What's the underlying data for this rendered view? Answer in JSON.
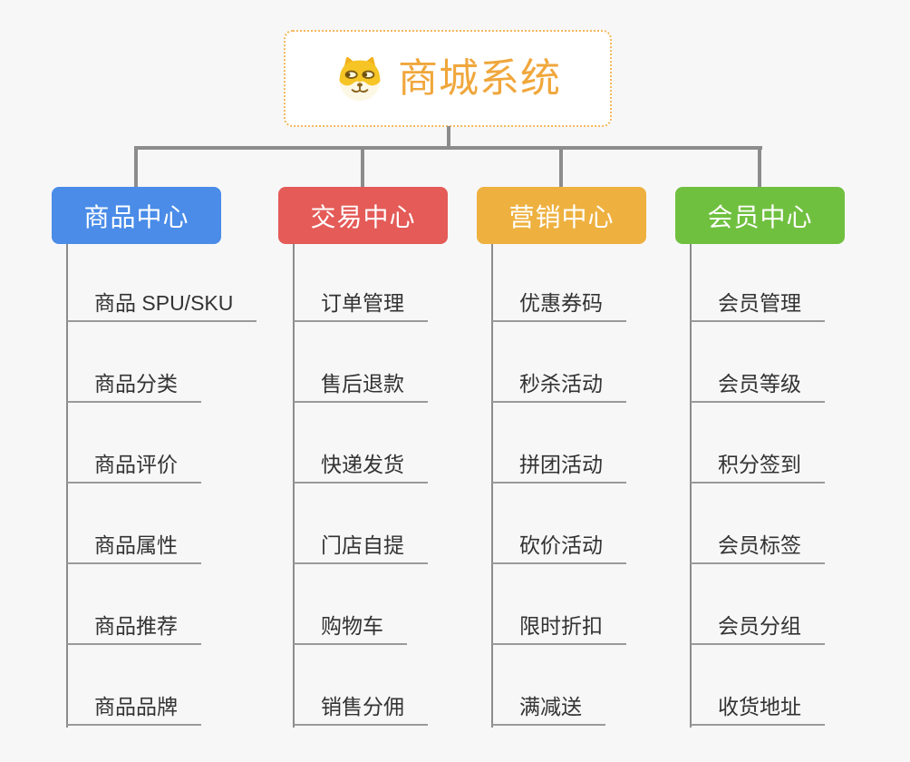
{
  "canvas": {
    "background": "#f7f7f7"
  },
  "root": {
    "title": "商城系统",
    "icon": "doge-face-icon",
    "text_color": "#f0a73c",
    "border_color": "#f3b75c"
  },
  "branches": [
    {
      "label": "商品中心",
      "color": "#4a8ce8",
      "children": [
        "商品 SPU/SKU",
        "商品分类",
        "商品评价",
        "商品属性",
        "商品推荐",
        "商品品牌"
      ]
    },
    {
      "label": "交易中心",
      "color": "#e45b58",
      "children": [
        "订单管理",
        "售后退款",
        "快递发货",
        "门店自提",
        "购物车",
        "销售分佣"
      ]
    },
    {
      "label": "营销中心",
      "color": "#eeb140",
      "children": [
        "优惠券码",
        "秒杀活动",
        "拼团活动",
        "砍价活动",
        "限时折扣",
        "满减送"
      ]
    },
    {
      "label": "会员中心",
      "color": "#70c040",
      "children": [
        "会员管理",
        "会员等级",
        "积分签到",
        "会员标签",
        "会员分组",
        "收货地址"
      ]
    }
  ],
  "connector_color": "#8c8c8c",
  "leaf_style": {
    "text_color": "#333333",
    "underline_color": "#9a9a9a"
  }
}
